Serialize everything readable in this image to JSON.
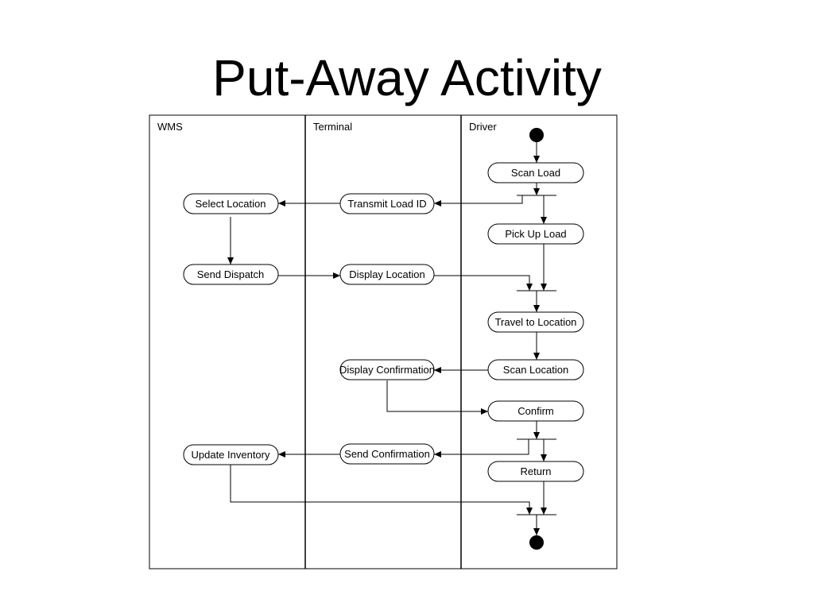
{
  "slide": {
    "title": "Put-Away Activity"
  },
  "swimlanes": {
    "wms": "WMS",
    "terminal": "Terminal",
    "driver": "Driver"
  },
  "activities": {
    "scan_load": "Scan Load",
    "transmit_load_id": "Transmit Load ID",
    "select_location": "Select Location",
    "pick_up_load": "Pick Up Load",
    "send_dispatch": "Send Dispatch",
    "display_location": "Display Location",
    "travel_to_location": "Travel to Location",
    "display_confirmation": "Display Confirmation",
    "scan_location": "Scan Location",
    "confirm": "Confirm",
    "update_inventory": "Update Inventory",
    "send_confirmation": "Send Confirmation",
    "return": "Return"
  }
}
